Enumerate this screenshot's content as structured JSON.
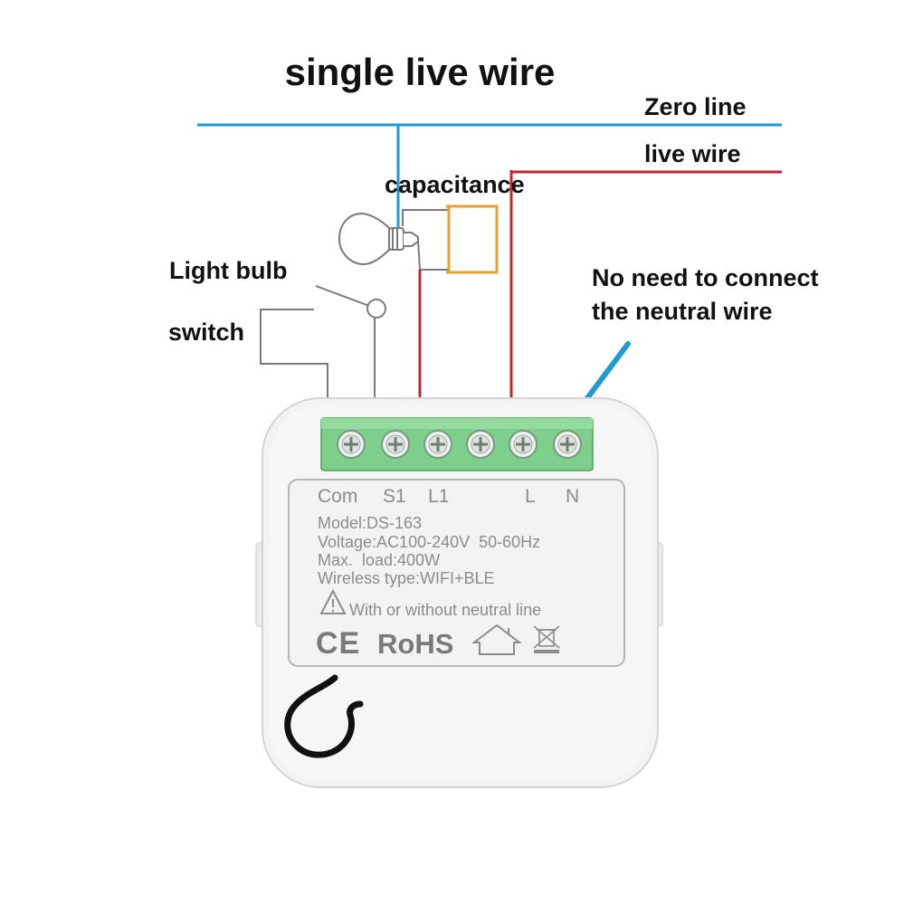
{
  "diagram": {
    "title": "single live wire",
    "labels": {
      "zero_line": "Zero line",
      "live_wire": "live wire",
      "capacitance": "capacitance",
      "light_bulb": "Light bulb",
      "switch": "switch",
      "no_neutral_line1": "No need to connect",
      "no_neutral_line2": "the neutral wire"
    },
    "colors": {
      "zero_line": "#1e9ad6",
      "live_wire": "#c0262d",
      "capacitor": "#e8a030",
      "switch_wire": "#7a7a7a",
      "terminal_block": "#7fcf8c",
      "arrow": "#1e9ad6"
    }
  },
  "device": {
    "terminals": [
      "Com",
      "S1",
      "L1",
      "L",
      "N"
    ],
    "model": "Model:DS-163",
    "voltage": "Voltage:AC100-240V  50-60Hz",
    "max_load": "Max.  load:400W",
    "wireless": "Wireless type:WIFI+BLE",
    "warning": "With or without neutral line",
    "marks": {
      "ce": "CE",
      "rohs": "RoHS"
    },
    "icons": [
      "warning-triangle-icon",
      "ce-mark-icon",
      "rohs-mark-icon",
      "house-icon",
      "weee-bin-icon",
      "mounting-hook-icon"
    ]
  }
}
